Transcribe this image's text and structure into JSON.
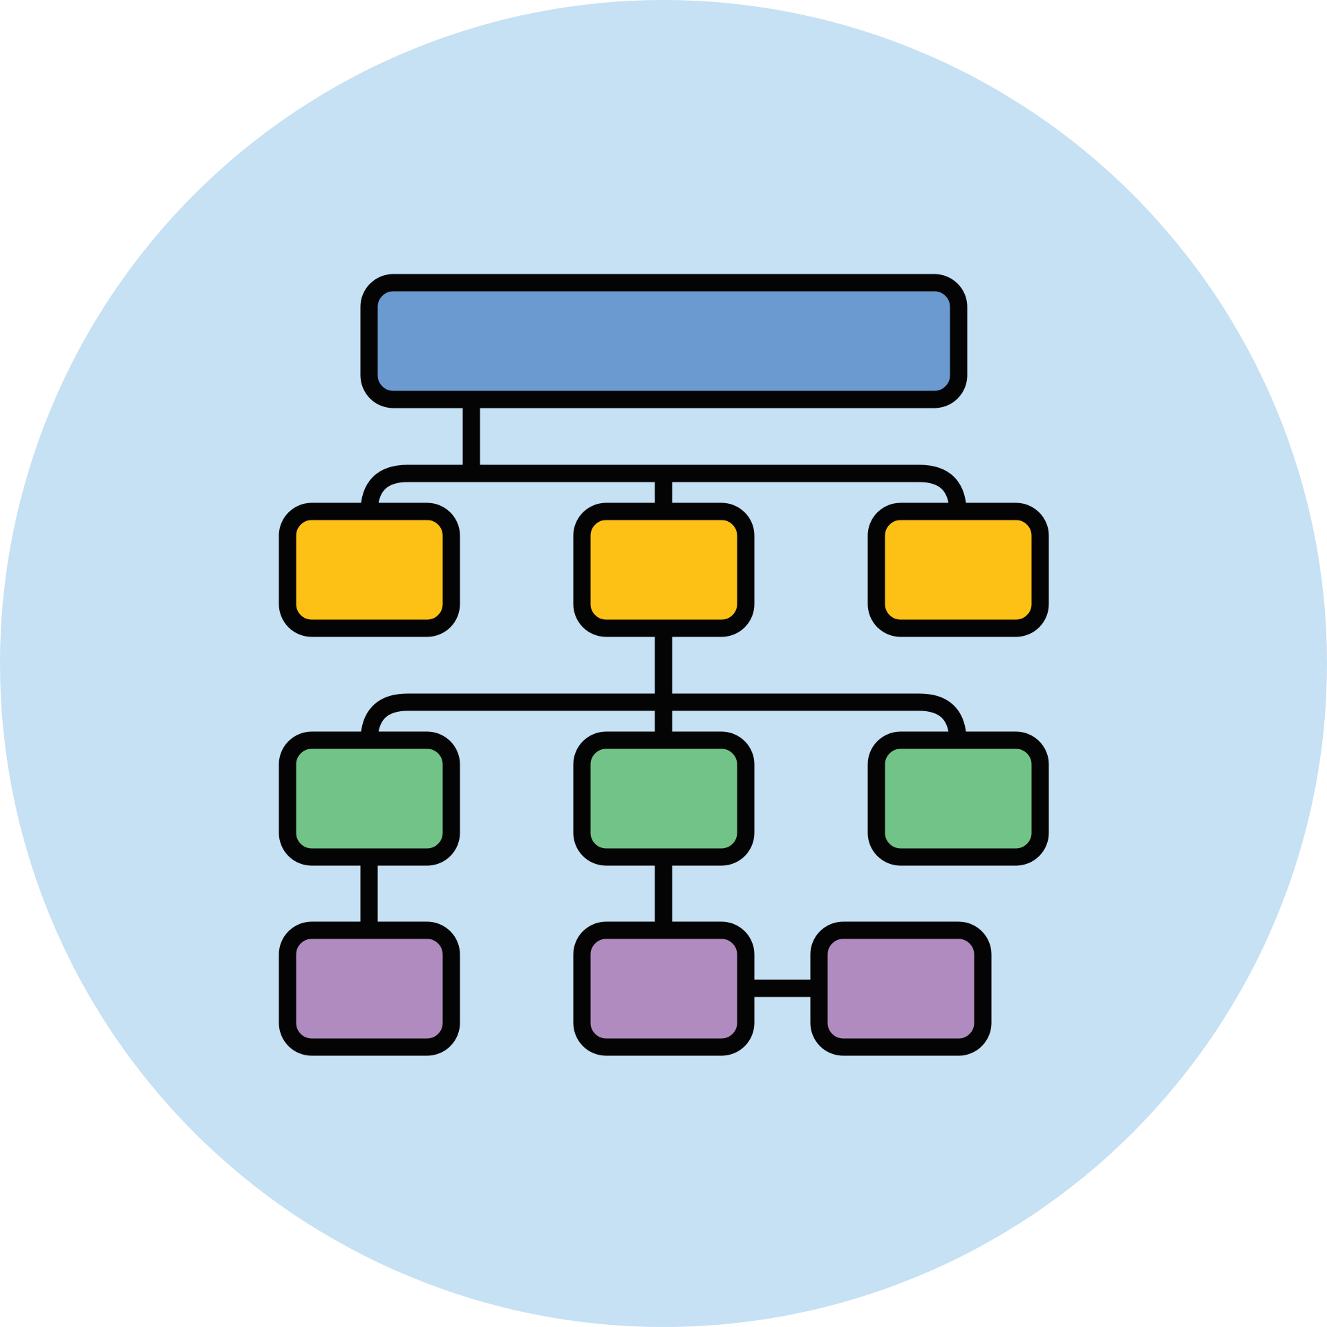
{
  "icon": {
    "name": "hierarchy-diagram-icon",
    "colors": {
      "page_background": "#ffffff",
      "circle_background": "#c6e0f4",
      "outline": "#050405",
      "root_fill": "#6a9acf",
      "level1_fill": "#fcc114",
      "level2_fill": "#72c387",
      "level3_fill": "#b08bbf"
    },
    "nodes": [
      {
        "id": "root",
        "level": 0
      },
      {
        "id": "l1-left",
        "level": 1
      },
      {
        "id": "l1-center",
        "level": 1
      },
      {
        "id": "l1-right",
        "level": 1
      },
      {
        "id": "l2-left",
        "level": 2
      },
      {
        "id": "l2-center",
        "level": 2
      },
      {
        "id": "l2-right",
        "level": 2
      },
      {
        "id": "l3-left",
        "level": 3
      },
      {
        "id": "l3-center",
        "level": 3
      },
      {
        "id": "l3-right",
        "level": 3
      }
    ],
    "edges": [
      [
        "root",
        "l1-left"
      ],
      [
        "root",
        "l1-center"
      ],
      [
        "root",
        "l1-right"
      ],
      [
        "l1-center",
        "l2-left"
      ],
      [
        "l1-center",
        "l2-center"
      ],
      [
        "l1-center",
        "l2-right"
      ],
      [
        "l2-left",
        "l3-left"
      ],
      [
        "l2-center",
        "l3-center"
      ],
      [
        "l3-center",
        "l3-right"
      ]
    ]
  }
}
